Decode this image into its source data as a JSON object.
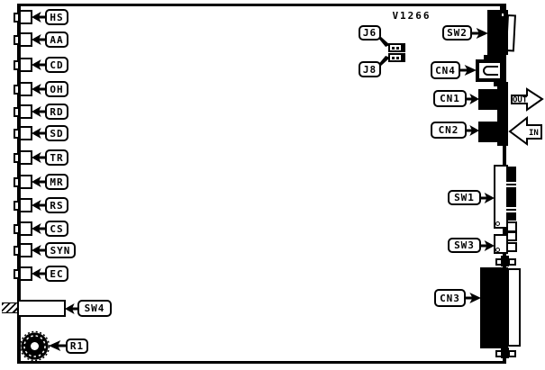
{
  "diagram": {
    "board_id": "V1266",
    "leds": [
      {
        "label": "HS"
      },
      {
        "label": "AA"
      },
      {
        "label": "CD"
      },
      {
        "label": "OH"
      },
      {
        "label": "RD"
      },
      {
        "label": "SD"
      },
      {
        "label": "TR"
      },
      {
        "label": "MR"
      },
      {
        "label": "RS"
      },
      {
        "label": "CS"
      },
      {
        "label": "SYN"
      },
      {
        "label": "EC"
      }
    ],
    "jumpers": [
      {
        "label": "J6"
      },
      {
        "label": "J8"
      }
    ],
    "switches": {
      "sw1": "SW1",
      "sw2": "SW2",
      "sw3": "SW3",
      "sw4": "SW4"
    },
    "connectors": {
      "cn1": "CN1",
      "cn2": "CN2",
      "cn3": "CN3",
      "cn4": "CN4"
    },
    "potentiometer": "R1",
    "signal_arrows": {
      "out": "OUT",
      "in": "IN"
    },
    "colors": {
      "line": "#000000",
      "background": "#ffffff"
    }
  }
}
